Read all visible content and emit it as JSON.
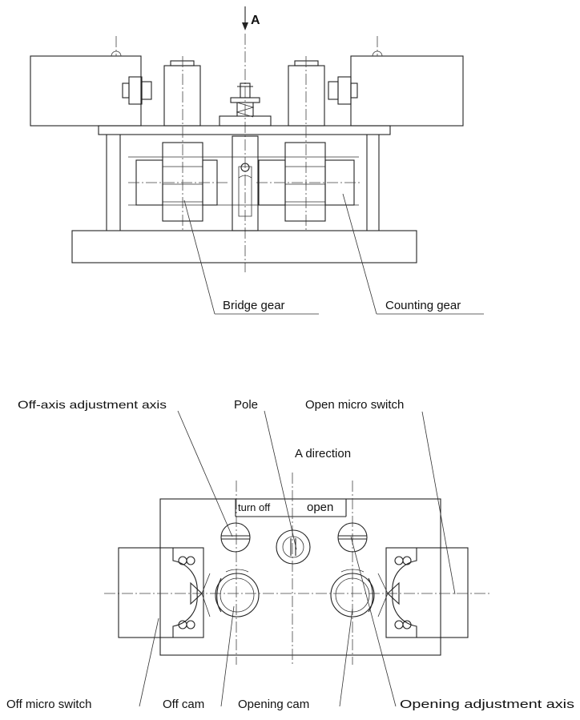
{
  "top_view": {
    "arrow_label": "A",
    "labels": {
      "bridge_gear": "Bridge gear",
      "counting_gear": "Counting gear"
    }
  },
  "bottom_view": {
    "labels": {
      "off_axis_adjustment_axis": "Off-axis adjustment axis",
      "pole": "Pole",
      "open_micro_switch": "Open micro switch",
      "a_direction": "A direction",
      "turn_off": "turn off",
      "open": "open",
      "off_micro_switch": "Off micro switch",
      "off_cam": "Off cam",
      "opening_cam": "Opening cam",
      "opening_adjustment_axis": "Opening adjustment axis"
    }
  },
  "colors": {
    "line": "#222222",
    "background": "#ffffff"
  }
}
